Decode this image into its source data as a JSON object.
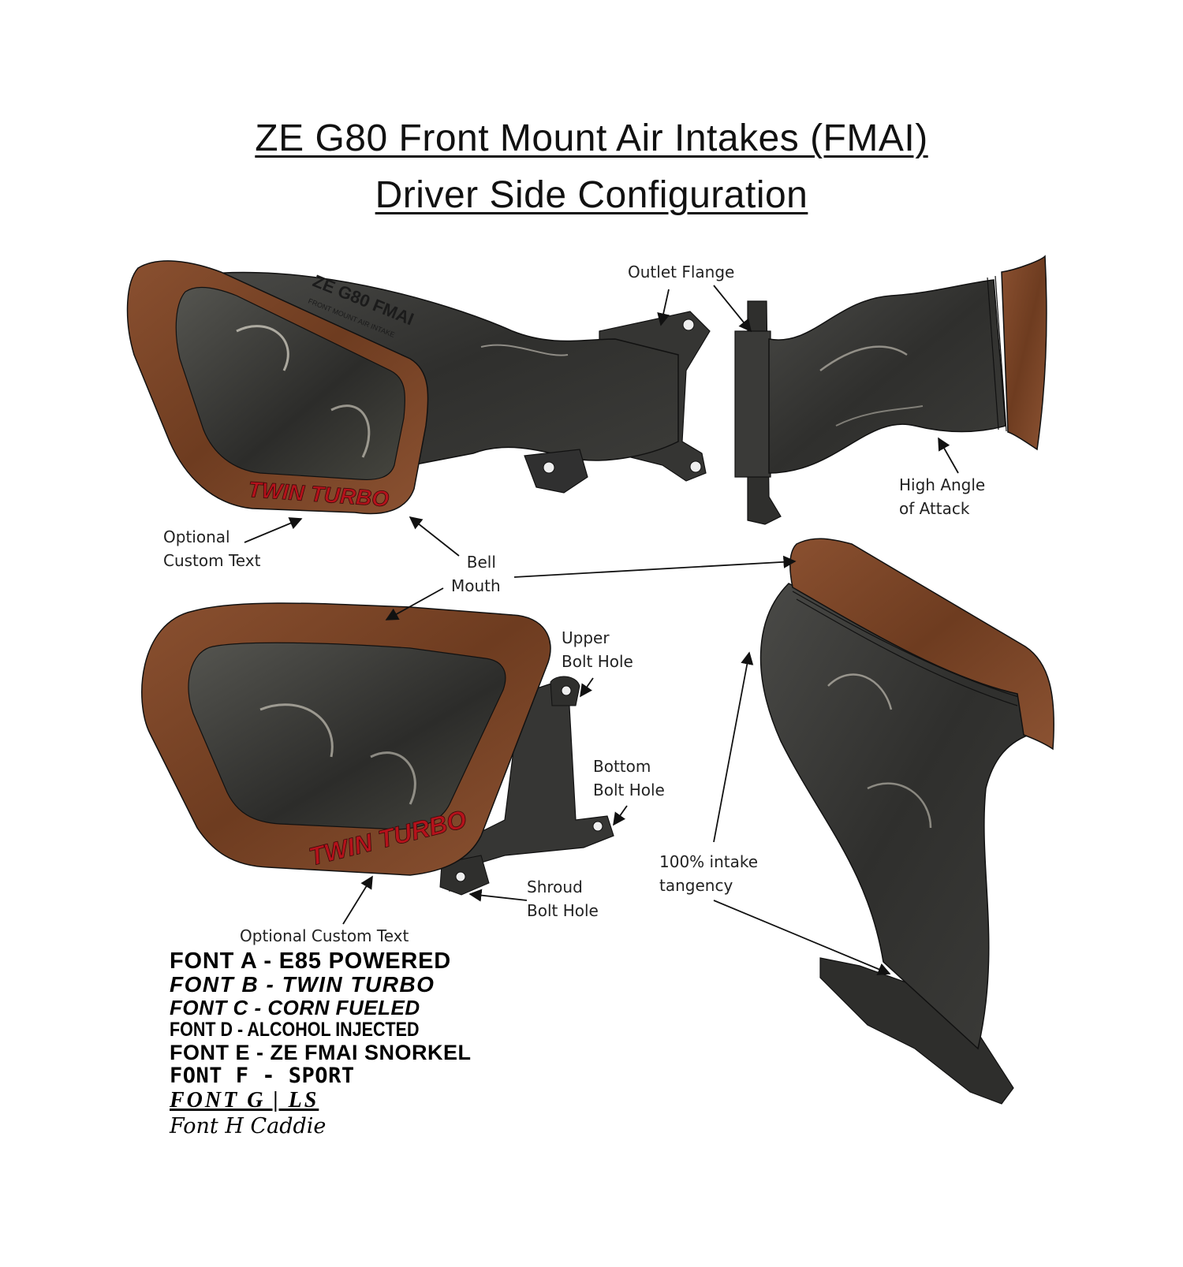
{
  "title": {
    "line1": "ZE G80 Front Mount Air Intakes (FMAI)",
    "line2": "Driver Side Configuration"
  },
  "labels": {
    "outlet_flange": "Outlet Flange",
    "high_angle": [
      "High Angle",
      "of Attack"
    ],
    "optional_text_top": [
      "Optional",
      "Custom Text"
    ],
    "bell_mouth": [
      "Bell",
      "Mouth"
    ],
    "upper_bolt": [
      "Upper",
      "Bolt Hole"
    ],
    "bottom_bolt": [
      "Bottom",
      "Bolt Hole"
    ],
    "shroud_bolt": [
      "Shroud",
      "Bolt Hole"
    ],
    "tangency": [
      "100% intake",
      "tangency"
    ],
    "optional_text_bottom": "Optional Custom Text"
  },
  "part_text": {
    "twin_turbo": "TWIN TURBO",
    "emboss_main": "ZE G80 FMAI",
    "emboss_sub": "FRONT MOUNT AIR INTAKE"
  },
  "fonts": [
    "FONT A - E85 POWERED",
    "FONT B  - TWIN TURBO",
    "FONT C  - CORN FUELED",
    "FONT D - ALCOHOL INJECTED",
    "FONT E - ZE FMAI SNORKEL",
    "FONT F - SPORT",
    "FONT G | LS",
    "Font H Caddie"
  ],
  "colors": {
    "bell_brown": "#7a4526",
    "body_dark": "#3a3a38",
    "highlight": "#d8d4c8",
    "text_red": "#b5121b"
  }
}
